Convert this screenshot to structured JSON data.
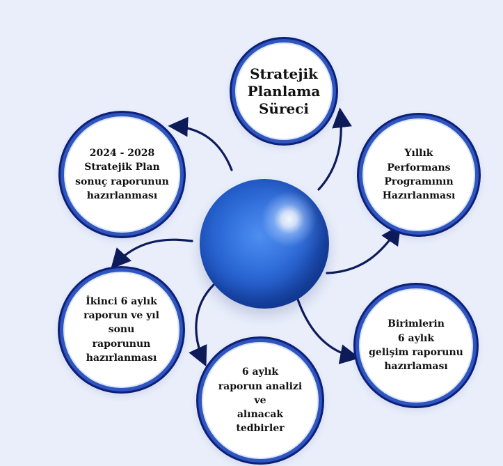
{
  "nodes": {
    "center": {
      "label": "Stratejik\nPlanlama\nSüreci"
    },
    "annual": {
      "label": "Yıllık\nPerformans\nProgramının\nHazırlanması"
    },
    "units": {
      "label": "Birimlerin\n6 aylık\ngelişim raporunu\nhazırlaması"
    },
    "analysis": {
      "label": "6 aylık\nraporun analizi\nve\nalınacak\ntedbirler"
    },
    "second": {
      "label": "İkinci 6 aylık\nraporun ve yıl sonu\nraporunun\nhazırlanması"
    },
    "plan": {
      "label": "2024 - 2028\nStratejik Plan\nsonuç raporunun\nhazırlanması"
    }
  }
}
